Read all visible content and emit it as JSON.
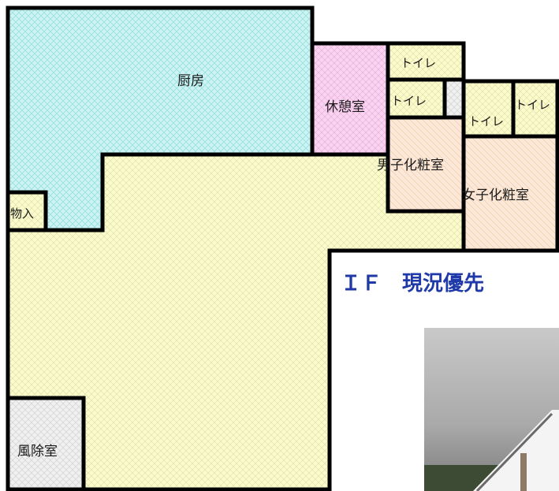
{
  "rooms": {
    "kitchen": "厨房",
    "break_room": "休憩室",
    "toilet_top": "トイレ",
    "toilet_mid_left": "トイレ",
    "toilet_female_a": "トイレ",
    "toilet_female_b": "トイレ",
    "male_powder_room": "男子化粧室",
    "female_powder_room": "女子化粧室",
    "storage": "物入",
    "windbreak_room": "風除室"
  },
  "title": "ＩＦ　現況優先",
  "colors": {
    "kitchen": "#cdf3f3",
    "hall": "#fbfbd0",
    "break_room": "#f9d4f0",
    "toilet": "#fbfbd6",
    "powder_room": "#fbe8d8",
    "windbreak": "#eeeeee",
    "wall": "#000000",
    "title": "#1f3aa8"
  }
}
